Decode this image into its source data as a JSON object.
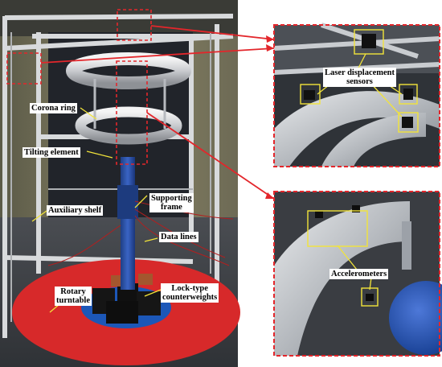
{
  "labels": {
    "laser": "Laser displacement",
    "laser2": "sensors",
    "corona": "Corona ring",
    "tilting": "Tilting element",
    "supporting": "Supporting",
    "frame": "frame",
    "auxiliary": "Auxiliary shelf",
    "datalines": "Data lines",
    "rotary": "Rotary",
    "turntable": "turntable",
    "lock1": "Lock-type",
    "lock2": "counterweights",
    "accelerometers": "Accelerometers"
  },
  "colors": {
    "callout_red": "#e3262b",
    "highlight_yellow": "#f2e43a",
    "turntable_red": "#d7292a"
  }
}
